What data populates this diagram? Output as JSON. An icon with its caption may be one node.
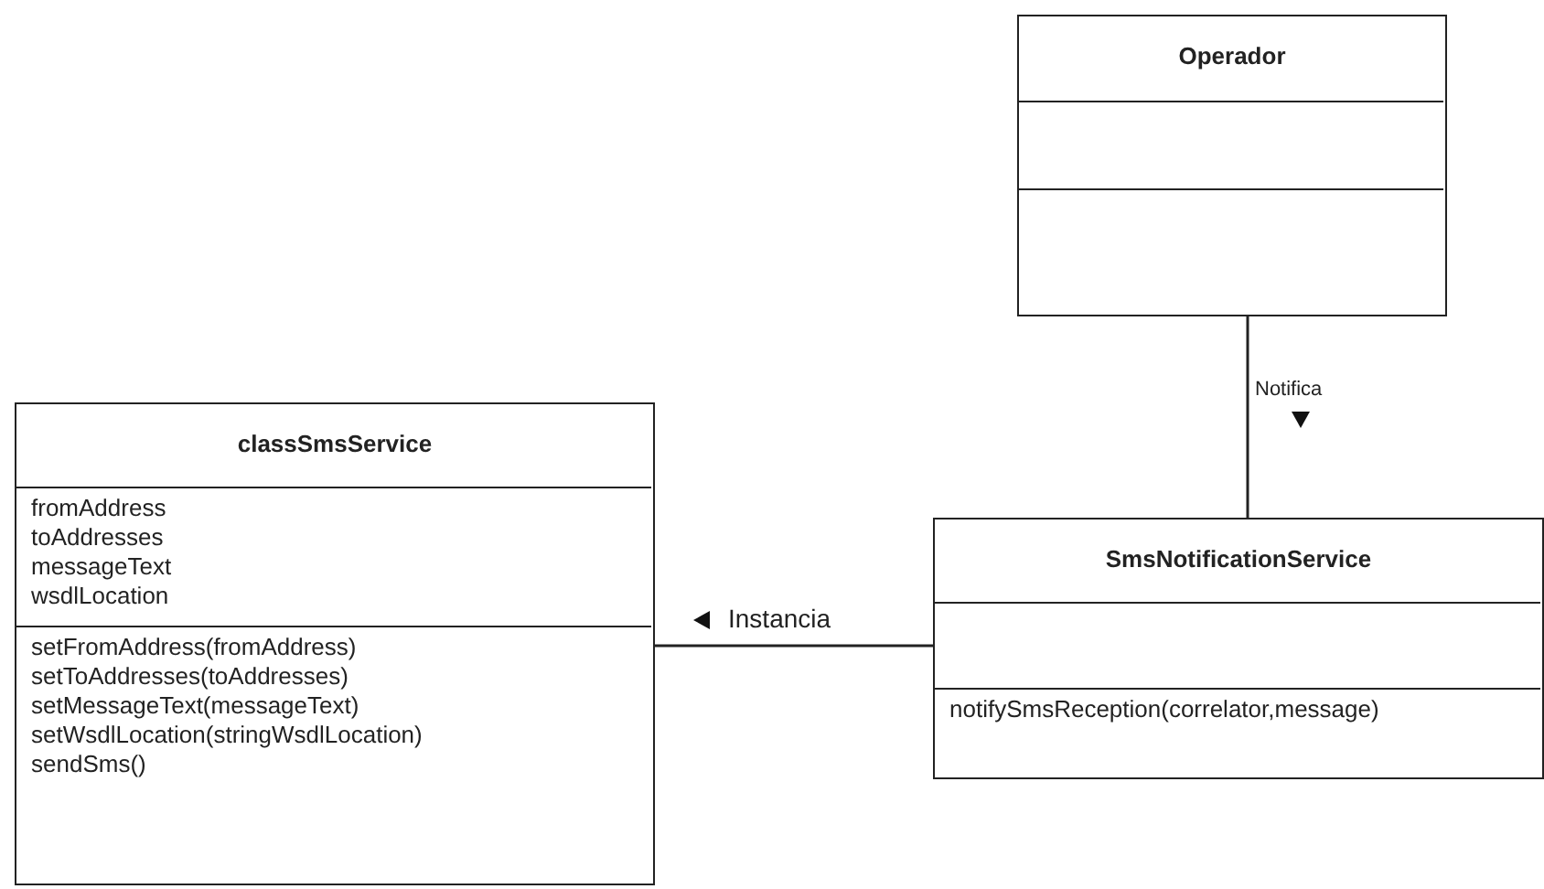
{
  "diagram": {
    "nodes": [
      {
        "text": [
          "Operador"
        ]
      },
      {
        "text": [],
        "shape": "box",
        "in": 0
      },
      {
        "text": [],
        "shape": "box",
        "in": 0
      },
      {
        "text": [
          "classSmsService"
        ]
      },
      {
        "text": [
          "fromAddress",
          "toAddresses",
          "messageText",
          "wsdlLocation"
        ],
        "in": 3
      },
      {
        "text": [
          "setFromAddress(fromAddress)",
          "setToAddresses(toAddresses)",
          "setMessageText(messageText)",
          "setWsdlLocation(stringWsdlLocation)",
          "sendSms()"
        ],
        "in": 3
      },
      {
        "text": [
          "SmsNotificationService"
        ]
      },
      {
        "text": [],
        "shape": "box",
        "in": 6
      },
      {
        "text": [
          "notifySmsReception(correlator,message)"
        ],
        "in": 6
      }
    ],
    "edges": [
      {
        "from": 0,
        "to": 6,
        "arrow": "none",
        "label": "Notifica"
      },
      {
        "from": 6,
        "to": 3,
        "arrow": "none",
        "label": "Instancia"
      }
    ]
  }
}
